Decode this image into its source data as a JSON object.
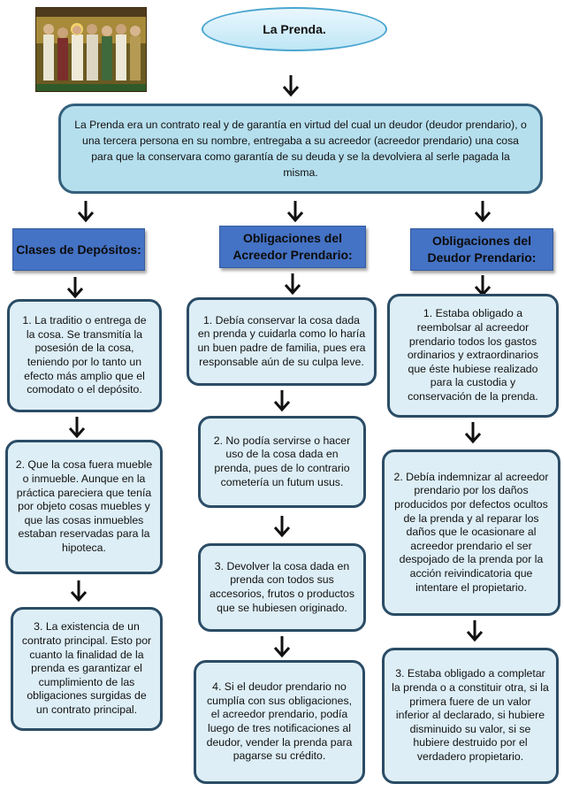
{
  "title": "La Prenda.",
  "definition": "La Prenda era un contrato real y de garantía en virtud del cual un deudor (deudor prendario), o una tercera persona en su nombre, entregaba a su acreedor (acreedor prendario) una cosa para que la conservara como garantía de su deuda y se la devolviera al serle pagada la misma.",
  "columns": [
    {
      "header": "Clases de Depósitos:",
      "items": [
        "1. La traditio o entrega de la cosa. Se transmitía la posesión de la cosa, teniendo por lo tanto un efecto más amplio que el comodato o el depósito.",
        "2. Que la cosa fuera mueble o inmueble. Aunque en la práctica pareciera que tenía por objeto cosas muebles y que las cosas inmuebles estaban reservadas para la hipoteca.",
        "3. La existencia de un contrato principal. Esto por cuanto la finalidad de la prenda es garantizar el cumplimiento de las obligaciones surgidas de un contrato principal."
      ]
    },
    {
      "header": "Obligaciones del Acreedor Prendario:",
      "items": [
        "1. Debía conservar la cosa dada en prenda y cuidarla como lo haría un buen padre de familia, pues era responsable aún de su culpa leve.",
        "2. No podía servirse o hacer uso de la cosa dada en prenda, pues de lo contrario cometería un futum usus.",
        "3. Devolver la cosa dada en prenda con todos sus accesorios, frutos o productos que se hubiesen originado.",
        "4. Si el deudor prendario no cumplía con sus obligaciones, el acreedor prendario, podía luego de tres notificaciones al deudor, vender la prenda para pagarse su crédito."
      ]
    },
    {
      "header": "Obligaciones del Deudor Prendario:",
      "items": [
        "1. Estaba obligado a reembolsar al acreedor prendario todos los gastos ordinarios y extraordinarios que éste hubiese realizado para la custodia y conservación de la prenda.",
        "2. Debía indemnizar al acreedor prendario por los daños producidos por defectos ocultos de la prenda y al reparar los daños que le ocasionare al acreedor prendario el ser despojado de la prenda por la acción reivindicatoria que intentare el propietario.",
        "3. Estaba obligado a completar la prenda o a constituir otra, si la primera fuere de un valor inferior al declarado, si hubiere disminuido su valor, si se hubiere destruido por el verdadero propietario."
      ]
    }
  ],
  "colors": {
    "header_fill": "#4472c4",
    "card_fill": "#ddeef6",
    "card_border": "#2b4c66",
    "definition_fill": "#b6dfee"
  }
}
